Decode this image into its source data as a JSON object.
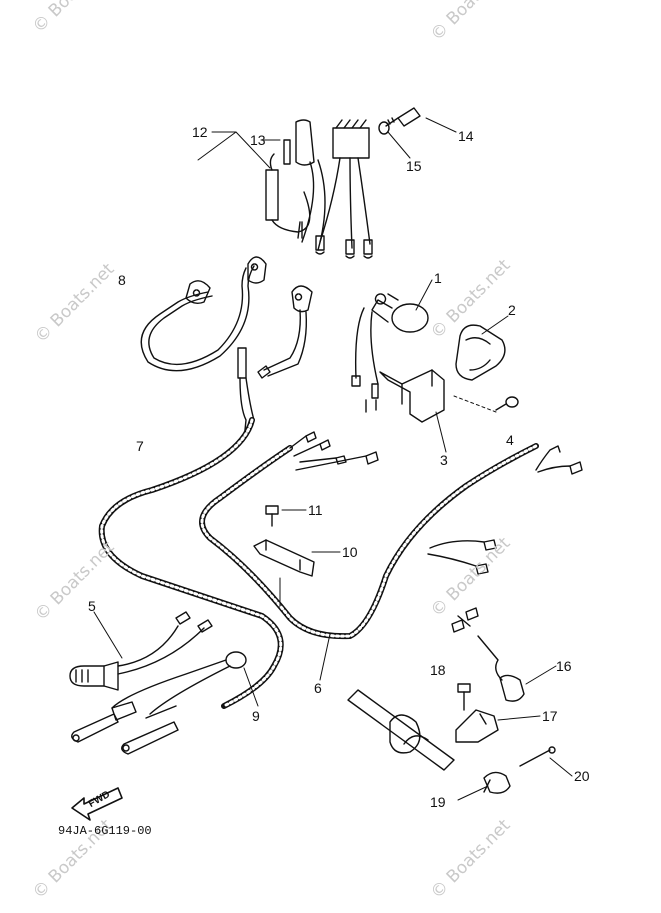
{
  "watermark_text": "© Boats.net",
  "callouts": {
    "c1": "1",
    "c2": "2",
    "c3": "3",
    "c4": "4",
    "c5": "5",
    "c6": "6",
    "c7": "7",
    "c8": "8",
    "c9": "9",
    "c10": "10",
    "c11": "11",
    "c12": "12",
    "c13": "13",
    "c14": "14",
    "c15": "15",
    "c16": "16",
    "c17": "17",
    "c18": "18",
    "c19": "19",
    "c20": "20"
  },
  "fwd_label": "FWD",
  "diagram_code": "94JA-6G119-00"
}
